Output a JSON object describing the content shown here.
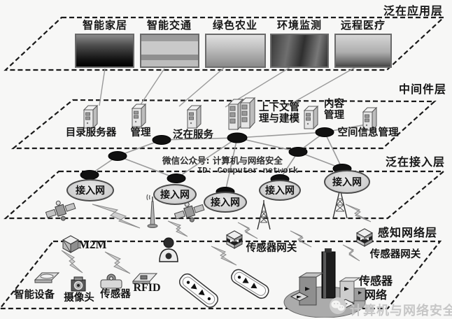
{
  "layers": {
    "application": {
      "label": "泛在应用层",
      "apps": [
        {
          "label": "智能家居"
        },
        {
          "label": "智能交通"
        },
        {
          "label": "绿色农业"
        },
        {
          "label": "环境监测"
        },
        {
          "label": "远程医疗"
        }
      ]
    },
    "middleware": {
      "label": "中间件层",
      "servers": [
        {
          "label": "目录服务器"
        },
        {
          "label": "管理"
        },
        {
          "label": "泛在服务"
        },
        {
          "label_line1": "上下文管",
          "label_line2": "理与建模"
        },
        {
          "label_line1": "内容",
          "label_line2": "管理"
        },
        {
          "label": "空间信息管理"
        }
      ]
    },
    "access": {
      "label": "泛在接入层",
      "cloud_label": "接入网"
    },
    "sensing": {
      "label": "感知网络层",
      "m2m_label": "M2M",
      "gateway_label": "传感器网关",
      "devices": [
        {
          "label": "智能设备"
        },
        {
          "label": "摄像头"
        },
        {
          "label": "传感器"
        },
        {
          "label": "RFID"
        }
      ],
      "sensor_network_line1": "传感器",
      "sensor_network_line2": "网络"
    }
  },
  "watermark": {
    "center_line1": "微信公众号: 计算机与网络安全",
    "center_line2": "ID: Computer-network",
    "footer": "计算机与网络安全"
  },
  "colors": {
    "node": "#111111",
    "mesh_line": "#999999",
    "dash_outline": "#1a1a1a",
    "cloud_fill": "#d9d9d9",
    "watermark_gray": "#c6c6c6"
  }
}
